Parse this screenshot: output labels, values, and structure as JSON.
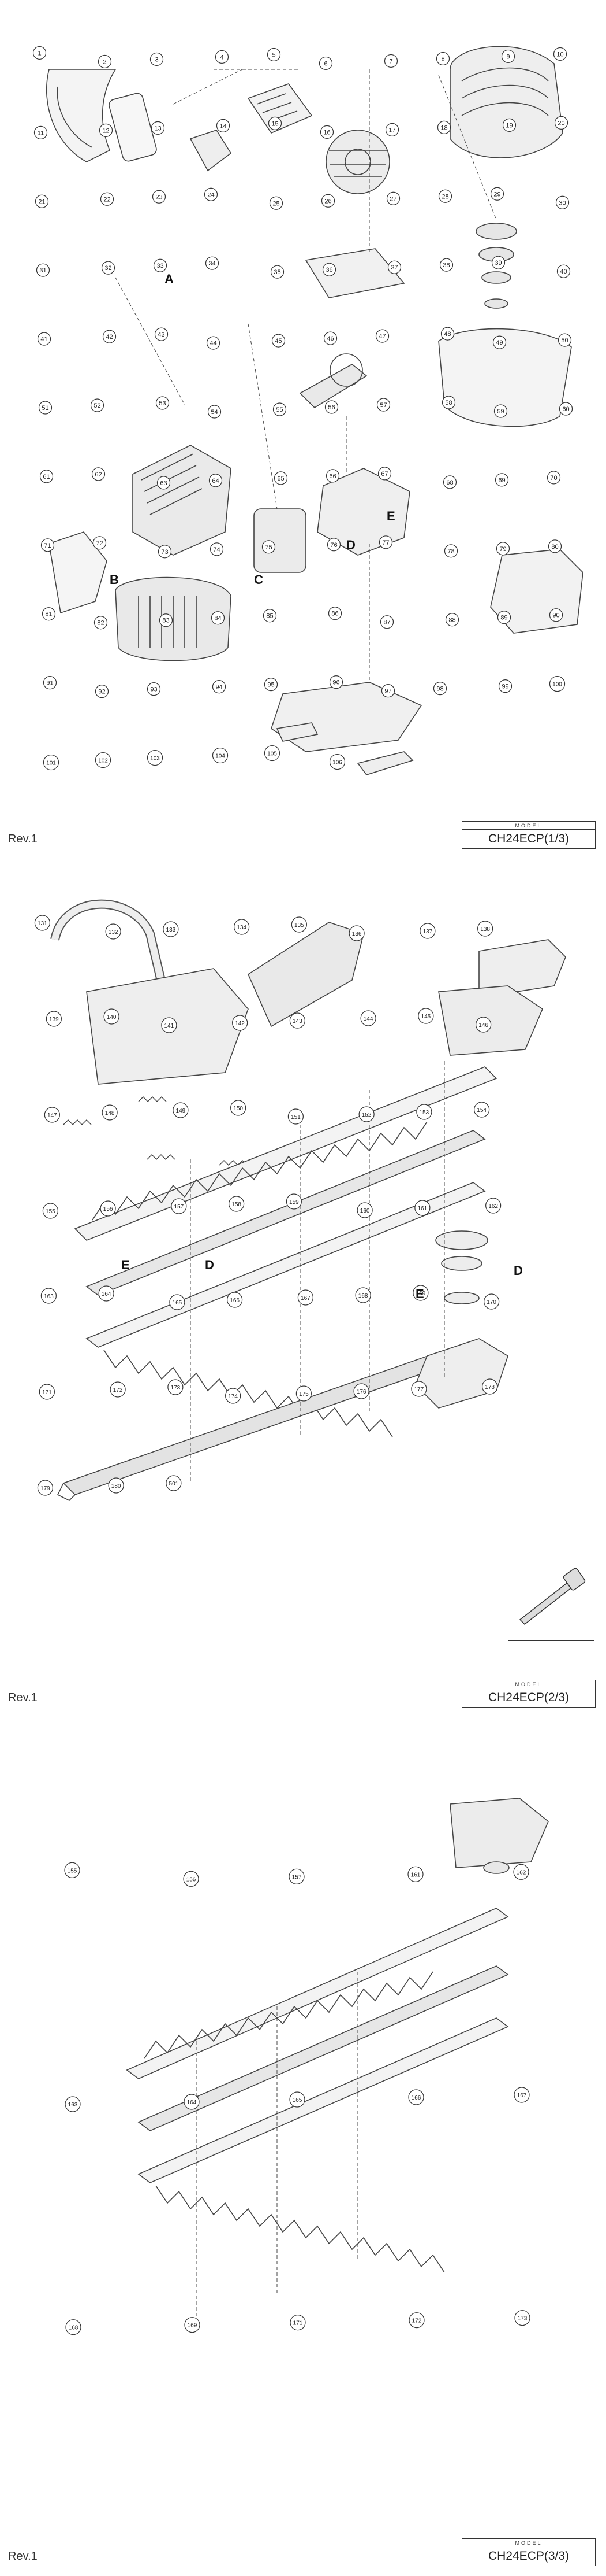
{
  "revision": "Rev.1",
  "model_label": "MODEL",
  "sheets": [
    {
      "model": "CH24ECP(1/3)"
    },
    {
      "model": "CH24ECP(2/3)"
    },
    {
      "model": "CH24ECP(3/3)"
    }
  ],
  "part_numbers": {
    "sheet1": [
      "1",
      "2",
      "3",
      "4",
      "5",
      "6",
      "7",
      "8",
      "9",
      "10",
      "11",
      "12",
      "13",
      "14",
      "15",
      "16",
      "17",
      "18",
      "19",
      "20",
      "21",
      "22",
      "23",
      "24",
      "25",
      "26",
      "27",
      "28",
      "29",
      "30",
      "31",
      "32",
      "33",
      "34",
      "35",
      "36",
      "37",
      "38",
      "39",
      "40",
      "41",
      "42",
      "43",
      "44",
      "45",
      "46",
      "47",
      "48",
      "49",
      "50",
      "51",
      "52",
      "53",
      "54",
      "55",
      "56",
      "57",
      "58",
      "59",
      "60",
      "61",
      "62",
      "63",
      "64",
      "65",
      "66",
      "67",
      "68",
      "69",
      "70",
      "71",
      "72",
      "73",
      "74",
      "75",
      "76",
      "77",
      "78",
      "79",
      "80",
      "81",
      "82",
      "83",
      "84",
      "85",
      "86",
      "87",
      "88",
      "89",
      "90",
      "91",
      "92",
      "93",
      "94",
      "95",
      "96",
      "97",
      "98",
      "99",
      "100",
      "101",
      "102",
      "103",
      "104",
      "105",
      "106"
    ],
    "sheet2": [
      "131",
      "132",
      "133",
      "134",
      "135",
      "136",
      "137",
      "138",
      "139",
      "140",
      "141",
      "142",
      "143",
      "144",
      "145",
      "146",
      "147",
      "148",
      "149",
      "150",
      "151",
      "152",
      "153",
      "154",
      "155",
      "156",
      "157",
      "158",
      "159",
      "160",
      "161",
      "162",
      "163",
      "164",
      "165",
      "166",
      "167",
      "168",
      "169",
      "170",
      "171",
      "172",
      "173",
      "174",
      "175",
      "176",
      "177",
      "178",
      "179",
      "180",
      "501"
    ],
    "sheet3": [
      "155",
      "156",
      "157",
      "161",
      "162",
      "163",
      "164",
      "165",
      "166",
      "167",
      "168",
      "169",
      "171",
      "172",
      "173"
    ]
  },
  "section_letters": [
    "A",
    "B",
    "C",
    "D",
    "E"
  ]
}
